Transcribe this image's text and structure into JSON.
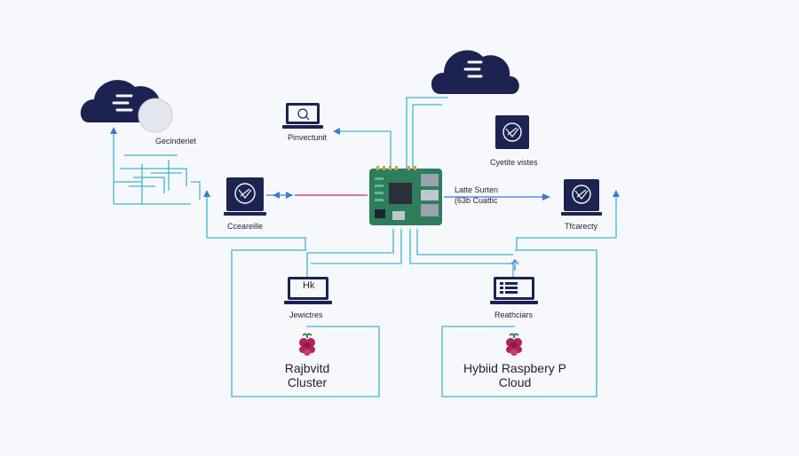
{
  "colors": {
    "navy": "#1c2350",
    "teal": "#3fb6c8",
    "blue": "#3a7bd5",
    "pink": "#d0459b",
    "board": "#2e7d5b",
    "raspberry": "#b0245a"
  },
  "nodes": {
    "cloud_left": {
      "label": "Gecinderiet",
      "icon": "cloud-icon"
    },
    "cloud_top": {
      "icon": "cloud-icon"
    },
    "laptop_top": {
      "label": "Pinvectunit",
      "icon": "laptop-icon"
    },
    "monitor_right_top": {
      "label": "Cyetite vistes",
      "icon": "monitor-icon"
    },
    "laptop_left": {
      "label": "Cceareille",
      "icon": "laptop-icon"
    },
    "laptop_right": {
      "label": "Tfcarecty",
      "icon": "laptop-icon"
    },
    "board": {
      "label_line1": "Latte Surten",
      "label_line2": "(63b Cuattic",
      "icon": "raspberry-pi-board-icon"
    },
    "laptop_mid_left": {
      "label": "Jewictres",
      "screen_text": "Hk",
      "icon": "laptop-icon"
    },
    "laptop_mid_right": {
      "label": "Reathciars",
      "icon": "laptop-icon"
    }
  },
  "clusters": {
    "left": {
      "title_line1": "Rajbvitd",
      "title_line2": "Cluster",
      "icon": "raspberry-icon"
    },
    "right": {
      "title_line1": "Hybiid Raspbery P",
      "title_line2": "Cloud",
      "icon": "raspberry-icon"
    }
  }
}
